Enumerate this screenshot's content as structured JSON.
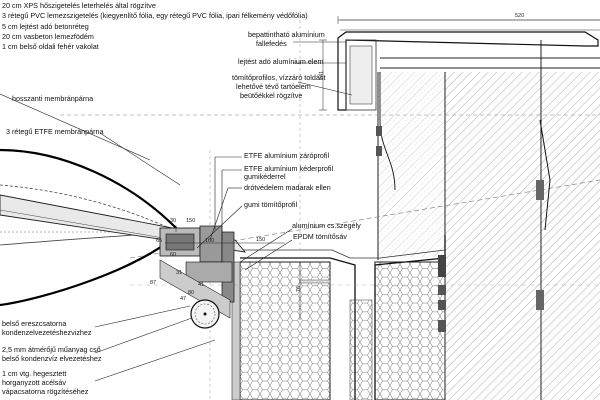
{
  "layers": [
    "20 cm XPS hőszigetelés leterhelés által rögzítve",
    "3 rétegű PVC lemezszigetelés (kiegyenlítő fólia, egy rétegű PVC fólia, ipari félkemény védőfólia)",
    "5 cm lejtést adó betonréteg",
    "20 cm vasbeton lemezfödém",
    "1 cm belső oldali fehér vakolat"
  ],
  "labels": {
    "paint_1": "bepattintható alumínium",
    "paint_2": "fallefedés",
    "slope": "lejtést adó alumínium elem",
    "seal_1": "tömítőprofilos, vízzáró toldást",
    "seal_2": "lehetővé tévő tartóelem",
    "seal_3": "beütőékkel rögzítve",
    "membrane_long": "hosszanti membránpárna",
    "etfe_3": "3 rétegű ETFE membránpárna",
    "etfe_clamp": "ETFE alumínium záróprofil",
    "etfe_keder_1": "ETFE alumínium kéderprofil",
    "etfe_keder_2": "gumikéderrel",
    "bird": "drótvédelem madarak ellen",
    "rubber": "gumi tömítőprofil",
    "edge": "alumínium cs.szegély",
    "epdm": "EPDM tömítősáv",
    "gutter_1": "belső ereszcsatorna",
    "gutter_2": "kondenzelvezetéshezvizhez",
    "pipe_1": "2,5 mm átmérőjű műanyag cső",
    "pipe_2": "belső kondenzvíz elvezetéshez",
    "steel_1": "1 cm vtg. hegesztett",
    "steel_2": "horganyzott acélsáv",
    "steel_3": "vápacsatorna rögzítéséhez"
  },
  "dimensions": {
    "d520": "520",
    "d141": "141",
    "d150": "150",
    "d30": "30",
    "d160": "160",
    "d150b": "150",
    "d76": "76",
    "d60": "60",
    "d65": "65",
    "d80": "80",
    "d31": "31",
    "d87": "87",
    "d47": "47",
    "d41": "41"
  }
}
